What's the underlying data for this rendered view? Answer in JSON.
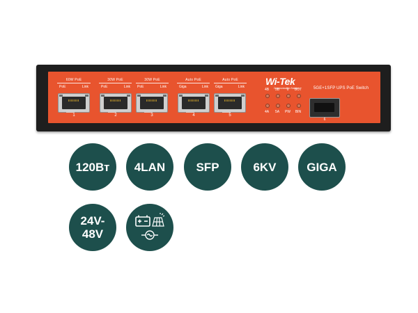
{
  "device": {
    "brand": "Wi-Tek",
    "brand_subtitle": "Communication Solution",
    "model": "5GE+1SFP UPS PoE Switch",
    "groups": [
      {
        "title": "60W PoE",
        "ports": [
          {
            "left": "PoE",
            "right": "Link",
            "number": "1"
          }
        ]
      },
      {
        "title": "30W PoE",
        "ports": [
          {
            "left": "PoE",
            "right": "Link",
            "number": "2"
          },
          {
            "left": "PoE",
            "right": "Link",
            "number": "3"
          }
        ]
      },
      {
        "title": "Auto PoE",
        "ports": [
          {
            "left": "Giga",
            "right": "Link",
            "number": "4"
          },
          {
            "left": "Giga",
            "right": "Link",
            "number": "5"
          }
        ]
      }
    ],
    "second_group_title": "30W PoE",
    "second_auto_title": "Auto PoE",
    "status_leds_top": [
      "4B",
      "5B",
      "6",
      "BOT"
    ],
    "status_leds_bottom": [
      "4A",
      "5A",
      "PW",
      "BIN"
    ],
    "sfp_number": "6"
  },
  "badges": [
    {
      "label": "120Вт"
    },
    {
      "label": "4LAN"
    },
    {
      "label": "SFP"
    },
    {
      "label": "6KV"
    },
    {
      "label": "GIGA"
    },
    {
      "label_line1": "24V-",
      "label_line2": "48V"
    },
    {
      "icons": [
        "battery-icon",
        "solar-panel-icon",
        "ac-power-icon"
      ]
    }
  ],
  "colors": {
    "panel_orange": "#e8542e",
    "chassis_black": "#1e1e1e",
    "badge_teal": "#1d4f4c"
  }
}
